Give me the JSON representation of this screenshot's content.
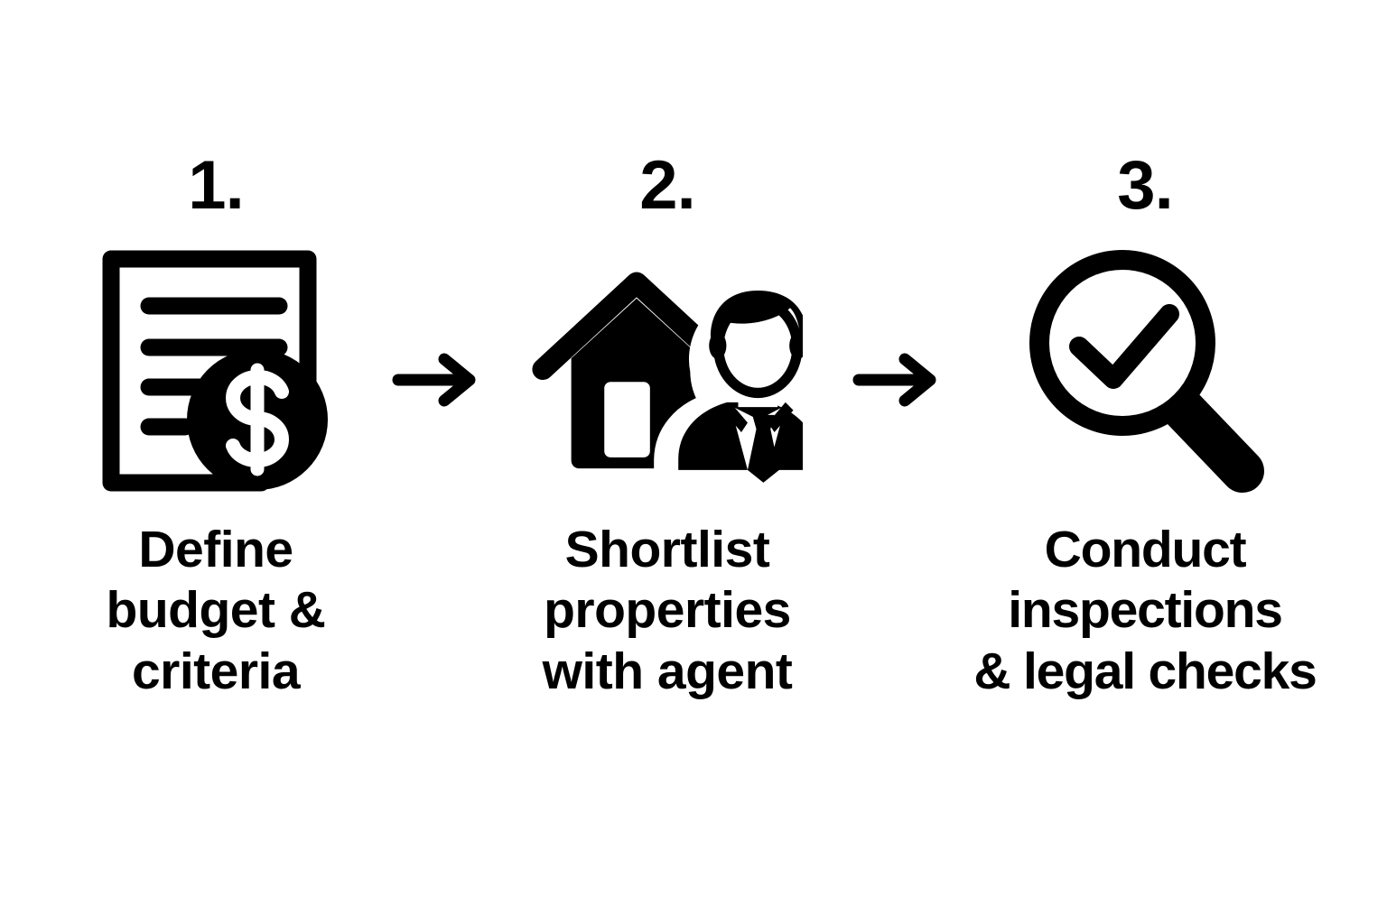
{
  "page": {
    "background_color": "#ffffff",
    "ink_color": "#000000",
    "title": "Property buying process — 3 steps"
  },
  "steps": [
    {
      "number": "1.",
      "label": "Define\nbudget &\ncriteria",
      "icon_name": "document-with-dollar-coin-icon",
      "icon_parts": [
        "document-page",
        "text-lines",
        "dollar-coin"
      ]
    },
    {
      "number": "2.",
      "label": "Shortlist\nproperties\nwith agent",
      "icon_name": "house-with-agent-icon",
      "icon_parts": [
        "house-roof",
        "house-body",
        "house-window",
        "agent-person"
      ]
    },
    {
      "number": "3.",
      "label": "Conduct\ninspections\n& legal checks",
      "icon_name": "magnifier-with-checkmark-icon",
      "icon_parts": [
        "magnifier-lens-ring",
        "checkmark",
        "magnifier-handle"
      ]
    }
  ],
  "connectors": [
    {
      "icon_name": "arrow-right-icon",
      "between": "1-2"
    },
    {
      "icon_name": "arrow-right-icon",
      "between": "2-3"
    }
  ]
}
